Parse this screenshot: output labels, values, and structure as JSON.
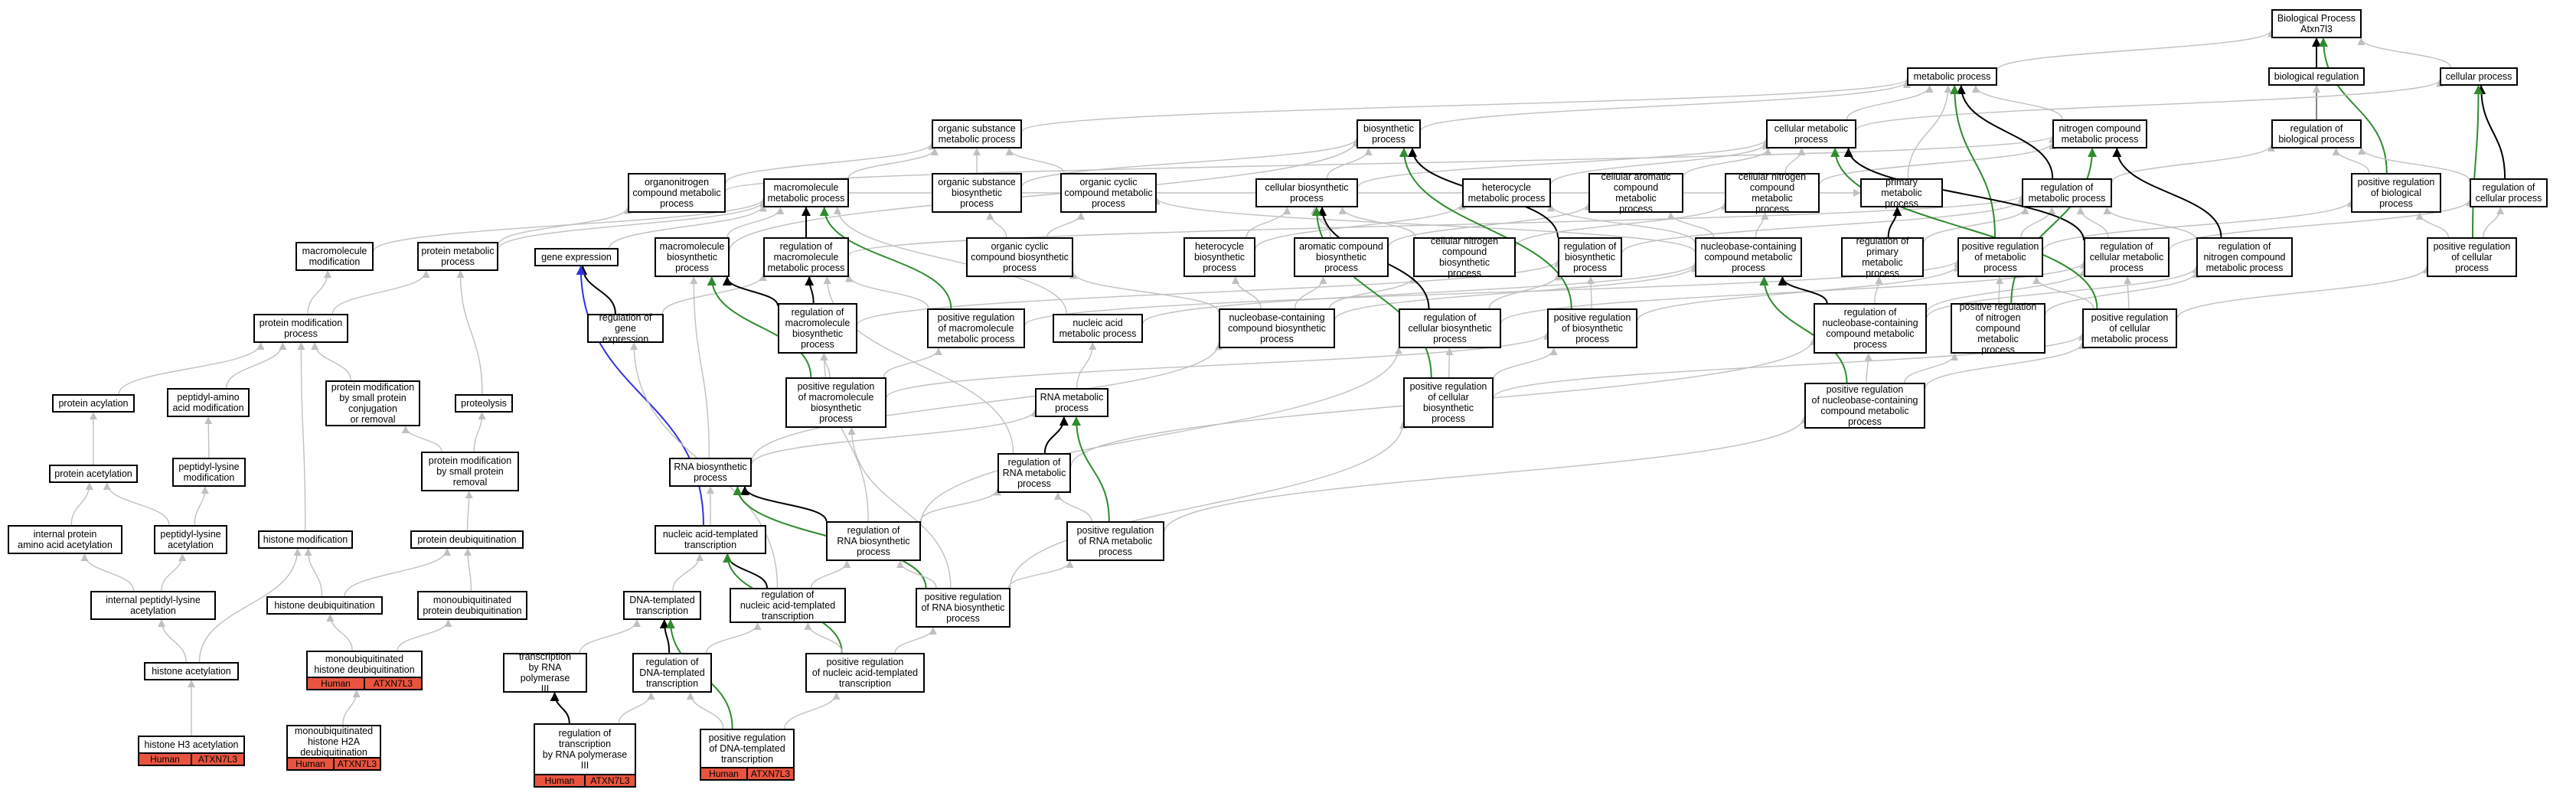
{
  "colors": {
    "is_a": "#c0c0c0",
    "part_of": "#000000",
    "positively_regulates": "#2e8b2e",
    "negative": "#3333dd",
    "annotation_fill": "#e8543f"
  },
  "legend": {
    "species": "Human",
    "gene": "ATXN7L3"
  },
  "nodes": [
    {
      "id": "bp",
      "label": "Biological Process\nAtxn7l3"
    },
    {
      "id": "met",
      "label": "metabolic process"
    },
    {
      "id": "cellproc",
      "label": "cellular process"
    },
    {
      "id": "bioreg",
      "label": "biological regulation"
    },
    {
      "id": "osmp",
      "label": "organic substance\nmetabolic process"
    },
    {
      "id": "biosyn",
      "label": "biosynthetic\nprocess"
    },
    {
      "id": "cmp",
      "label": "cellular metabolic\nprocess"
    },
    {
      "id": "ncmp",
      "label": "nitrogen compound\nmetabolic process"
    },
    {
      "id": "regbio",
      "label": "regulation of\nbiological process"
    },
    {
      "id": "onc",
      "label": "organonitrogen\ncompound metabolic\nprocess"
    },
    {
      "id": "macmp",
      "label": "macromolecule\nmetabolic process"
    },
    {
      "id": "osbp",
      "label": "organic substance\nbiosynthetic\nprocess"
    },
    {
      "id": "occmp",
      "label": "organic cyclic\ncompound metabolic\nprocess"
    },
    {
      "id": "cbp",
      "label": "cellular biosynthetic\nprocess"
    },
    {
      "id": "hmp",
      "label": "heterocycle\nmetabolic process"
    },
    {
      "id": "cacmp",
      "label": "cellular aromatic\ncompound metabolic\nprocess"
    },
    {
      "id": "cncmp",
      "label": "cellular nitrogen\ncompound metabolic\nprocess"
    },
    {
      "id": "pmp",
      "label": "primary metabolic\nprocess"
    },
    {
      "id": "regmet",
      "label": "regulation of\nmetabolic process"
    },
    {
      "id": "posbio",
      "label": "positive regulation\nof biological\nprocess"
    },
    {
      "id": "regcell",
      "label": "regulation of\ncellular process"
    },
    {
      "id": "macmod",
      "label": "macromolecule\nmodification"
    },
    {
      "id": "protmet",
      "label": "protein metabolic\nprocess"
    },
    {
      "id": "genex",
      "label": "gene expression"
    },
    {
      "id": "macbp",
      "label": "macromolecule\nbiosynthetic\nprocess"
    },
    {
      "id": "regmacmp",
      "label": "regulation of\nmacromolecule\nmetabolic process"
    },
    {
      "id": "occbp",
      "label": "organic cyclic\ncompound biosynthetic\nprocess"
    },
    {
      "id": "hbp",
      "label": "heterocycle\nbiosynthetic\nprocess"
    },
    {
      "id": "acbp",
      "label": "aromatic compound\nbiosynthetic\nprocess"
    },
    {
      "id": "cncbp",
      "label": "cellular nitrogen\ncompound biosynthetic\nprocess"
    },
    {
      "id": "regbiosyn",
      "label": "regulation of\nbiosynthetic\nprocess"
    },
    {
      "id": "nbcmp",
      "label": "nucleobase-containing\ncompound metabolic\nprocess"
    },
    {
      "id": "regpmp",
      "label": "regulation of\nprimary metabolic\nprocess"
    },
    {
      "id": "posmet",
      "label": "positive regulation\nof metabolic\nprocess"
    },
    {
      "id": "regcmp",
      "label": "regulation of\ncellular metabolic\nprocess"
    },
    {
      "id": "regncmp",
      "label": "regulation of\nnitrogen compound\nmetabolic process"
    },
    {
      "id": "poscell",
      "label": "positive regulation\nof cellular\nprocess"
    },
    {
      "id": "protmodp",
      "label": "protein modification\nprocess"
    },
    {
      "id": "reggex",
      "label": "regulation of\ngene expression"
    },
    {
      "id": "regmacbp",
      "label": "regulation of\nmacromolecule\nbiosynthetic\nprocess"
    },
    {
      "id": "posmacmp",
      "label": "positive regulation\nof macromolecule\nmetabolic process"
    },
    {
      "id": "namp",
      "label": "nucleic acid\nmetabolic process"
    },
    {
      "id": "nbcbp",
      "label": "nucleobase-containing\ncompound biosynthetic\nprocess"
    },
    {
      "id": "regcbp",
      "label": "regulation of\ncellular biosynthetic\nprocess"
    },
    {
      "id": "posbiosyn",
      "label": "positive regulation\nof biosynthetic\nprocess"
    },
    {
      "id": "regnbcmp",
      "label": "regulation of\nnucleobase-containing\ncompound metabolic\nprocess"
    },
    {
      "id": "posncmp",
      "label": "positive regulation\nof nitrogen\ncompound metabolic\nprocess"
    },
    {
      "id": "poscmp",
      "label": "positive regulation\nof cellular\nmetabolic process"
    },
    {
      "id": "protacyl",
      "label": "protein acylation"
    },
    {
      "id": "pepamino",
      "label": "peptidyl-amino\nacid modification"
    },
    {
      "id": "protmodsp",
      "label": "protein modification\nby small protein\nconjugation\nor removal"
    },
    {
      "id": "proteolysis",
      "label": "proteolysis"
    },
    {
      "id": "posmacbp",
      "label": "positive regulation\nof macromolecule\nbiosynthetic\nprocess"
    },
    {
      "id": "rnamp",
      "label": "RNA metabolic\nprocess"
    },
    {
      "id": "poscbp",
      "label": "positive regulation\nof cellular\nbiosynthetic\nprocess"
    },
    {
      "id": "posnbcmp",
      "label": "positive regulation\nof nucleobase-containing\ncompound metabolic\nprocess"
    },
    {
      "id": "protacet",
      "label": "protein acetylation"
    },
    {
      "id": "peplys",
      "label": "peptidyl-lysine\nmodification"
    },
    {
      "id": "protmodspr",
      "label": "protein modification\nby small protein\nremoval"
    },
    {
      "id": "rnabp",
      "label": "RNA biosynthetic\nprocess"
    },
    {
      "id": "regrnamp",
      "label": "regulation of\nRNA metabolic\nprocess"
    },
    {
      "id": "intprot",
      "label": "internal protein\namino acid acetylation"
    },
    {
      "id": "peplysac",
      "label": "peptidyl-lysine\nacetylation"
    },
    {
      "id": "histmod",
      "label": "histone modification"
    },
    {
      "id": "protdeub",
      "label": "protein deubiquitination"
    },
    {
      "id": "regrnabp",
      "label": "regulation of\nRNA biosynthetic\nprocess"
    },
    {
      "id": "posrnamp",
      "label": "positive regulation\nof RNA metabolic\nprocess"
    },
    {
      "id": "natx",
      "label": "nucleic acid-templated\ntranscription"
    },
    {
      "id": "intpeplys",
      "label": "internal peptidyl-lysine\nacetylation"
    },
    {
      "id": "histdeub",
      "label": "histone deubiquitination"
    },
    {
      "id": "monoprot",
      "label": "monoubiquitinated\nprotein deubiquitination"
    },
    {
      "id": "dnatx",
      "label": "DNA-templated\ntranscription"
    },
    {
      "id": "regnatx",
      "label": "regulation of\nnucleic acid-templated\ntranscription"
    },
    {
      "id": "posrnabp",
      "label": "positive regulation\nof RNA biosynthetic\nprocess"
    },
    {
      "id": "histacet",
      "label": "histone acetylation"
    },
    {
      "id": "monohist",
      "label": "monoubiquitinated\nhistone deubiquitination",
      "annotated": true
    },
    {
      "id": "txpol3",
      "label": "transcription\nby RNA polymerase\nIII"
    },
    {
      "id": "regdnatx",
      "label": "regulation of\nDNA-templated\ntranscription"
    },
    {
      "id": "posnatx",
      "label": "positive regulation\nof nucleic acid-templated\ntranscription"
    },
    {
      "id": "h3acet",
      "label": "histone H3 acetylation",
      "annotated": true
    },
    {
      "id": "monoh2a",
      "label": "monoubiquitinated\nhistone H2A\ndeubiquitination",
      "annotated": true
    },
    {
      "id": "regpol3",
      "label": "regulation of\ntranscription\nby RNA polymerase\nIII",
      "annotated": true
    },
    {
      "id": "posdnatx",
      "label": "positive regulation\nof DNA-templated\ntranscription",
      "annotated": true
    }
  ],
  "edges": [
    [
      "met",
      "bp",
      "is_a"
    ],
    [
      "cellproc",
      "bp",
      "is_a"
    ],
    [
      "bioreg",
      "bp",
      "is_a"
    ],
    [
      "regbio",
      "bp",
      "part_of"
    ],
    [
      "posbio",
      "bp",
      "positively_regulates"
    ],
    [
      "regbio",
      "bioreg",
      "is_a"
    ],
    [
      "osmp",
      "met",
      "is_a"
    ],
    [
      "biosyn",
      "met",
      "is_a"
    ],
    [
      "cmp",
      "met",
      "is_a"
    ],
    [
      "cmp",
      "cellproc",
      "is_a"
    ],
    [
      "ncmp",
      "met",
      "is_a"
    ],
    [
      "posbio",
      "regbio",
      "is_a"
    ],
    [
      "regcell",
      "cellproc",
      "part_of"
    ],
    [
      "regcell",
      "regbio",
      "is_a"
    ],
    [
      "poscell",
      "cellproc",
      "positively_regulates"
    ],
    [
      "poscell",
      "regcell",
      "is_a"
    ],
    [
      "poscell",
      "posbio",
      "is_a"
    ],
    [
      "onc",
      "osmp",
      "is_a"
    ],
    [
      "onc",
      "ncmp",
      "is_a"
    ],
    [
      "macmp",
      "osmp",
      "is_a"
    ],
    [
      "macmp",
      "pmp",
      "is_a"
    ],
    [
      "osbp",
      "osmp",
      "is_a"
    ],
    [
      "osbp",
      "biosyn",
      "is_a"
    ],
    [
      "occmp",
      "osmp",
      "is_a"
    ],
    [
      "cbp",
      "biosyn",
      "is_a"
    ],
    [
      "cbp",
      "cmp",
      "is_a"
    ],
    [
      "hmp",
      "cmp",
      "is_a"
    ],
    [
      "cacmp",
      "cmp",
      "is_a"
    ],
    [
      "cncmp",
      "cmp",
      "is_a"
    ],
    [
      "cncmp",
      "ncmp",
      "is_a"
    ],
    [
      "pmp",
      "met",
      "is_a"
    ],
    [
      "regmet",
      "met",
      "part_of"
    ],
    [
      "regmet",
      "regbio",
      "is_a"
    ],
    [
      "macmod",
      "macmp",
      "is_a"
    ],
    [
      "protmet",
      "macmp",
      "is_a"
    ],
    [
      "protmet",
      "onc",
      "is_a"
    ],
    [
      "genex",
      "macmp",
      "is_a"
    ],
    [
      "macbp",
      "macmp",
      "is_a"
    ],
    [
      "macbp",
      "biosyn",
      "is_a"
    ],
    [
      "regmacmp",
      "macmp",
      "part_of"
    ],
    [
      "regmacmp",
      "regmet",
      "is_a"
    ],
    [
      "occbp",
      "occmp",
      "is_a"
    ],
    [
      "occbp",
      "osbp",
      "is_a"
    ],
    [
      "hbp",
      "hmp",
      "is_a"
    ],
    [
      "hbp",
      "cbp",
      "is_a"
    ],
    [
      "acbp",
      "cacmp",
      "is_a"
    ],
    [
      "acbp",
      "cbp",
      "is_a"
    ],
    [
      "cncbp",
      "cncmp",
      "is_a"
    ],
    [
      "cncbp",
      "cbp",
      "is_a"
    ],
    [
      "regbiosyn",
      "biosyn",
      "part_of"
    ],
    [
      "regbiosyn",
      "regmet",
      "is_a"
    ],
    [
      "nbcmp",
      "cncmp",
      "is_a"
    ],
    [
      "nbcmp",
      "hmp",
      "is_a"
    ],
    [
      "nbcmp",
      "cacmp",
      "is_a"
    ],
    [
      "nbcmp",
      "occmp",
      "is_a"
    ],
    [
      "regpmp",
      "pmp",
      "part_of"
    ],
    [
      "regpmp",
      "regmet",
      "is_a"
    ],
    [
      "posmet",
      "met",
      "positively_regulates"
    ],
    [
      "posmet",
      "regmet",
      "is_a"
    ],
    [
      "posmet",
      "posbio",
      "is_a"
    ],
    [
      "regcmp",
      "cmp",
      "part_of"
    ],
    [
      "regcmp",
      "regmet",
      "is_a"
    ],
    [
      "regcmp",
      "regcell",
      "is_a"
    ],
    [
      "regncmp",
      "ncmp",
      "part_of"
    ],
    [
      "regncmp",
      "regmet",
      "is_a"
    ],
    [
      "protmodp",
      "protmet",
      "is_a"
    ],
    [
      "protmodp",
      "macmod",
      "is_a"
    ],
    [
      "reggex",
      "genex",
      "part_of"
    ],
    [
      "reggex",
      "regmacmp",
      "is_a"
    ],
    [
      "regmacbp",
      "macbp",
      "part_of"
    ],
    [
      "regmacbp",
      "regmacmp",
      "part_of"
    ],
    [
      "regmacbp",
      "regbiosyn",
      "is_a"
    ],
    [
      "posmacmp",
      "macmp",
      "positively_regulates"
    ],
    [
      "posmacmp",
      "regmacmp",
      "is_a"
    ],
    [
      "posmacmp",
      "posmet",
      "is_a"
    ],
    [
      "namp",
      "nbcmp",
      "is_a"
    ],
    [
      "namp",
      "macmp",
      "is_a"
    ],
    [
      "nbcbp",
      "nbcmp",
      "is_a"
    ],
    [
      "nbcbp",
      "hbp",
      "is_a"
    ],
    [
      "nbcbp",
      "acbp",
      "is_a"
    ],
    [
      "nbcbp",
      "cncbp",
      "is_a"
    ],
    [
      "nbcbp",
      "occbp",
      "is_a"
    ],
    [
      "regcbp",
      "cbp",
      "part_of"
    ],
    [
      "regcbp",
      "regbiosyn",
      "is_a"
    ],
    [
      "regcbp",
      "regcmp",
      "is_a"
    ],
    [
      "posbiosyn",
      "biosyn",
      "positively_regulates"
    ],
    [
      "posbiosyn",
      "regbiosyn",
      "is_a"
    ],
    [
      "posbiosyn",
      "posmet",
      "is_a"
    ],
    [
      "regnbcmp",
      "nbcmp",
      "part_of"
    ],
    [
      "regnbcmp",
      "regcmp",
      "is_a"
    ],
    [
      "regnbcmp",
      "regncmp",
      "is_a"
    ],
    [
      "regnbcmp",
      "regpmp",
      "is_a"
    ],
    [
      "posncmp",
      "ncmp",
      "positively_regulates"
    ],
    [
      "posncmp",
      "regncmp",
      "is_a"
    ],
    [
      "posncmp",
      "posmet",
      "is_a"
    ],
    [
      "poscmp",
      "cmp",
      "positively_regulates"
    ],
    [
      "poscmp",
      "regcmp",
      "is_a"
    ],
    [
      "poscmp",
      "posmet",
      "is_a"
    ],
    [
      "poscmp",
      "poscell",
      "is_a"
    ],
    [
      "protacyl",
      "protmodp",
      "is_a"
    ],
    [
      "pepamino",
      "protmodp",
      "is_a"
    ],
    [
      "protmodsp",
      "protmodp",
      "is_a"
    ],
    [
      "proteolysis",
      "protmet",
      "is_a"
    ],
    [
      "posmacbp",
      "macbp",
      "positively_regulates"
    ],
    [
      "posmacbp",
      "regmacbp",
      "is_a"
    ],
    [
      "posmacbp",
      "posmacmp",
      "is_a"
    ],
    [
      "posmacbp",
      "posbiosyn",
      "is_a"
    ],
    [
      "rnamp",
      "namp",
      "is_a"
    ],
    [
      "poscbp",
      "cbp",
      "positively_regulates"
    ],
    [
      "poscbp",
      "regcbp",
      "is_a"
    ],
    [
      "poscbp",
      "posbiosyn",
      "is_a"
    ],
    [
      "poscbp",
      "poscmp",
      "is_a"
    ],
    [
      "posnbcmp",
      "nbcmp",
      "positively_regulates"
    ],
    [
      "posnbcmp",
      "regnbcmp",
      "is_a"
    ],
    [
      "posnbcmp",
      "posncmp",
      "is_a"
    ],
    [
      "posnbcmp",
      "poscmp",
      "is_a"
    ],
    [
      "protacet",
      "protacyl",
      "is_a"
    ],
    [
      "peplys",
      "pepamino",
      "is_a"
    ],
    [
      "protmodspr",
      "protmodsp",
      "is_a"
    ],
    [
      "protmodspr",
      "proteolysis",
      "is_a"
    ],
    [
      "rnabp",
      "rnamp",
      "is_a"
    ],
    [
      "rnabp",
      "macbp",
      "is_a"
    ],
    [
      "rnabp",
      "nbcbp",
      "is_a"
    ],
    [
      "regrnamp",
      "rnamp",
      "part_of"
    ],
    [
      "regrnamp",
      "regnbcmp",
      "is_a"
    ],
    [
      "regrnamp",
      "regmacmp",
      "is_a"
    ],
    [
      "intprot",
      "protacet",
      "is_a"
    ],
    [
      "peplysac",
      "peplys",
      "is_a"
    ],
    [
      "peplysac",
      "protacet",
      "is_a"
    ],
    [
      "histmod",
      "protmodp",
      "is_a"
    ],
    [
      "protdeub",
      "protmodspr",
      "is_a"
    ],
    [
      "regrnabp",
      "rnabp",
      "part_of"
    ],
    [
      "regrnabp",
      "regrnamp",
      "is_a"
    ],
    [
      "regrnabp",
      "regmacbp",
      "is_a"
    ],
    [
      "regrnabp",
      "regcbp",
      "is_a"
    ],
    [
      "posrnamp",
      "rnamp",
      "positively_regulates"
    ],
    [
      "posrnamp",
      "regrnamp",
      "is_a"
    ],
    [
      "posrnamp",
      "posnbcmp",
      "is_a"
    ],
    [
      "natx",
      "rnabp",
      "is_a"
    ],
    [
      "natx",
      "genex",
      "negative"
    ],
    [
      "intpeplys",
      "intprot",
      "is_a"
    ],
    [
      "intpeplys",
      "peplysac",
      "is_a"
    ],
    [
      "histdeub",
      "histmod",
      "is_a"
    ],
    [
      "histdeub",
      "protdeub",
      "is_a"
    ],
    [
      "monoprot",
      "protdeub",
      "is_a"
    ],
    [
      "dnatx",
      "natx",
      "is_a"
    ],
    [
      "regnatx",
      "natx",
      "part_of"
    ],
    [
      "regnatx",
      "regrnabp",
      "is_a"
    ],
    [
      "regnatx",
      "reggex",
      "is_a"
    ],
    [
      "posrnabp",
      "rnabp",
      "positively_regulates"
    ],
    [
      "posrnabp",
      "regrnabp",
      "is_a"
    ],
    [
      "posrnabp",
      "posrnamp",
      "is_a"
    ],
    [
      "posrnabp",
      "posmacbp",
      "is_a"
    ],
    [
      "posrnabp",
      "poscbp",
      "is_a"
    ],
    [
      "histacet",
      "intpeplys",
      "is_a"
    ],
    [
      "histacet",
      "histmod",
      "is_a"
    ],
    [
      "monohist",
      "histdeub",
      "is_a"
    ],
    [
      "monohist",
      "monoprot",
      "is_a"
    ],
    [
      "txpol3",
      "dnatx",
      "is_a"
    ],
    [
      "regdnatx",
      "dnatx",
      "part_of"
    ],
    [
      "regdnatx",
      "regnatx",
      "is_a"
    ],
    [
      "posnatx",
      "natx",
      "positively_regulates"
    ],
    [
      "posnatx",
      "regnatx",
      "is_a"
    ],
    [
      "posnatx",
      "posrnabp",
      "is_a"
    ],
    [
      "h3acet",
      "histacet",
      "is_a"
    ],
    [
      "monoh2a",
      "monohist",
      "is_a"
    ],
    [
      "regpol3",
      "txpol3",
      "part_of"
    ],
    [
      "regpol3",
      "regdnatx",
      "is_a"
    ],
    [
      "posdnatx",
      "dnatx",
      "positively_regulates"
    ],
    [
      "posdnatx",
      "regdnatx",
      "is_a"
    ],
    [
      "posdnatx",
      "posnatx",
      "is_a"
    ]
  ]
}
